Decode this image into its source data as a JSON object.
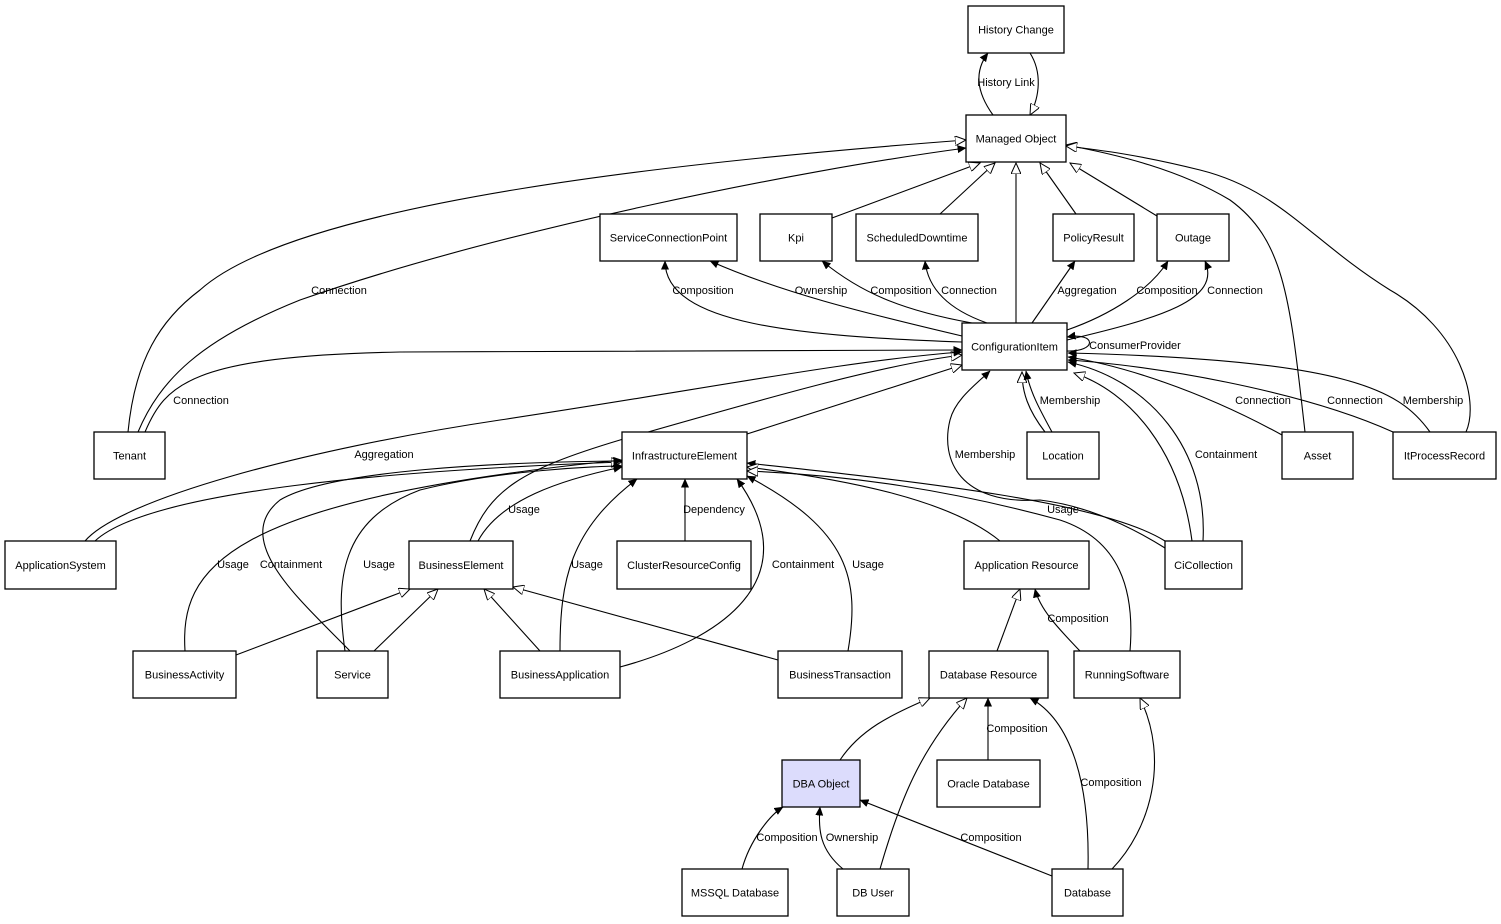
{
  "diagram": {
    "type": "class-diagram",
    "highlight_color": "#dcdcfc",
    "nodes": [
      {
        "id": "history-change",
        "label": "History Change"
      },
      {
        "id": "managed-object",
        "label": "Managed Object"
      },
      {
        "id": "service-connection-point",
        "label": "ServiceConnectionPoint"
      },
      {
        "id": "kpi",
        "label": "Kpi"
      },
      {
        "id": "scheduled-downtime",
        "label": "ScheduledDowntime"
      },
      {
        "id": "policy-result",
        "label": "PolicyResult"
      },
      {
        "id": "outage",
        "label": "Outage"
      },
      {
        "id": "configuration-item",
        "label": "ConfigurationItem"
      },
      {
        "id": "tenant",
        "label": "Tenant"
      },
      {
        "id": "infrastructure-element",
        "label": "InfrastructureElement"
      },
      {
        "id": "location",
        "label": "Location"
      },
      {
        "id": "asset",
        "label": "Asset"
      },
      {
        "id": "it-process-record",
        "label": "ItProcessRecord"
      },
      {
        "id": "application-system",
        "label": "ApplicationSystem"
      },
      {
        "id": "business-element",
        "label": "BusinessElement"
      },
      {
        "id": "cluster-resource-config",
        "label": "ClusterResourceConfig"
      },
      {
        "id": "application-resource",
        "label": "Application Resource"
      },
      {
        "id": "ci-collection",
        "label": "CiCollection"
      },
      {
        "id": "business-activity",
        "label": "BusinessActivity"
      },
      {
        "id": "service",
        "label": "Service"
      },
      {
        "id": "business-application",
        "label": "BusinessApplication"
      },
      {
        "id": "business-transaction",
        "label": "BusinessTransaction"
      },
      {
        "id": "database-resource",
        "label": "Database Resource"
      },
      {
        "id": "running-software",
        "label": "RunningSoftware"
      },
      {
        "id": "dba-object",
        "label": "DBA Object",
        "highlighted": true
      },
      {
        "id": "oracle-database",
        "label": "Oracle Database"
      },
      {
        "id": "mssql-database",
        "label": "MSSQL Database"
      },
      {
        "id": "db-user",
        "label": "DB User"
      },
      {
        "id": "database",
        "label": "Database"
      }
    ],
    "edges": [
      {
        "from": "managed-object",
        "to": "history-change",
        "label": "History Link",
        "kind": "association"
      },
      {
        "from": "history-change",
        "to": "managed-object",
        "label": "",
        "kind": "inheritance"
      },
      {
        "from": "tenant",
        "to": "managed-object",
        "label": "",
        "kind": "inheritance"
      },
      {
        "from": "tenant",
        "to": "managed-object",
        "label": "Connection",
        "kind": "association"
      },
      {
        "from": "tenant",
        "to": "configuration-item",
        "label": "Connection",
        "kind": "association"
      },
      {
        "from": "kpi",
        "to": "managed-object",
        "label": "",
        "kind": "inheritance"
      },
      {
        "from": "scheduled-downtime",
        "to": "managed-object",
        "label": "",
        "kind": "inheritance"
      },
      {
        "from": "configuration-item",
        "to": "managed-object",
        "label": "",
        "kind": "inheritance"
      },
      {
        "from": "policy-result",
        "to": "managed-object",
        "label": "",
        "kind": "inheritance"
      },
      {
        "from": "outage",
        "to": "managed-object",
        "label": "",
        "kind": "inheritance"
      },
      {
        "from": "asset",
        "to": "managed-object",
        "label": "",
        "kind": "inheritance"
      },
      {
        "from": "it-process-record",
        "to": "managed-object",
        "label": "",
        "kind": "inheritance"
      },
      {
        "from": "configuration-item",
        "to": "service-connection-point",
        "label": "Composition",
        "kind": "association"
      },
      {
        "from": "configuration-item",
        "to": "service-connection-point",
        "label": "Ownership",
        "kind": "association"
      },
      {
        "from": "configuration-item",
        "to": "kpi",
        "label": "Composition",
        "kind": "association"
      },
      {
        "from": "configuration-item",
        "to": "scheduled-downtime",
        "label": "Connection",
        "kind": "association"
      },
      {
        "from": "configuration-item",
        "to": "policy-result",
        "label": "Aggregation",
        "kind": "association"
      },
      {
        "from": "configuration-item",
        "to": "outage",
        "label": "Composition",
        "kind": "association"
      },
      {
        "from": "configuration-item",
        "to": "outage",
        "label": "Connection",
        "kind": "association"
      },
      {
        "from": "configuration-item",
        "to": "configuration-item",
        "label": "ConsumerProvider",
        "kind": "association"
      },
      {
        "from": "infrastructure-element",
        "to": "configuration-item",
        "label": "",
        "kind": "inheritance"
      },
      {
        "from": "business-element",
        "to": "configuration-item",
        "label": "",
        "kind": "inheritance"
      },
      {
        "from": "application-system",
        "to": "configuration-item",
        "label": "Aggregation",
        "kind": "association"
      },
      {
        "from": "location",
        "to": "configuration-item",
        "label": "",
        "kind": "inheritance"
      },
      {
        "from": "location",
        "to": "configuration-item",
        "label": "Membership",
        "kind": "association"
      },
      {
        "from": "ci-collection",
        "to": "configuration-item",
        "label": "",
        "kind": "inheritance"
      },
      {
        "from": "ci-collection",
        "to": "configuration-item",
        "label": "Containment",
        "kind": "association"
      },
      {
        "from": "ci-collection",
        "to": "configuration-item",
        "label": "Membership",
        "kind": "association"
      },
      {
        "from": "ci-collection",
        "to": "infrastructure-element",
        "label": "Usage",
        "kind": "association"
      },
      {
        "from": "asset",
        "to": "configuration-item",
        "label": "Connection",
        "kind": "association"
      },
      {
        "from": "it-process-record",
        "to": "configuration-item",
        "label": "Connection",
        "kind": "association"
      },
      {
        "from": "it-process-record",
        "to": "configuration-item",
        "label": "Membership",
        "kind": "association"
      },
      {
        "from": "application-system",
        "to": "infrastructure-element",
        "label": "",
        "kind": "inheritance"
      },
      {
        "from": "business-activity",
        "to": "infrastructure-element",
        "label": "Usage",
        "kind": "association"
      },
      {
        "from": "service",
        "to": "infrastructure-element",
        "label": "Containment",
        "kind": "association"
      },
      {
        "from": "service",
        "to": "infrastructure-element",
        "label": "Usage",
        "kind": "association"
      },
      {
        "from": "business-element",
        "to": "infrastructure-element",
        "label": "Usage",
        "kind": "association"
      },
      {
        "from": "cluster-resource-config",
        "to": "infrastructure-element",
        "label": "Dependency",
        "kind": "association"
      },
      {
        "from": "business-application",
        "to": "infrastructure-element",
        "label": "Usage",
        "kind": "association"
      },
      {
        "from": "business-application",
        "to": "infrastructure-element",
        "label": "Containment",
        "kind": "association"
      },
      {
        "from": "business-transaction",
        "to": "infrastructure-element",
        "label": "Usage",
        "kind": "association"
      },
      {
        "from": "application-resource",
        "to": "infrastructure-element",
        "label": "",
        "kind": "inheritance"
      },
      {
        "from": "running-software",
        "to": "infrastructure-element",
        "label": "",
        "kind": "inheritance"
      },
      {
        "from": "business-activity",
        "to": "business-element",
        "label": "",
        "kind": "inheritance"
      },
      {
        "from": "service",
        "to": "business-element",
        "label": "",
        "kind": "inheritance"
      },
      {
        "from": "business-application",
        "to": "business-element",
        "label": "",
        "kind": "inheritance"
      },
      {
        "from": "business-transaction",
        "to": "business-element",
        "label": "",
        "kind": "inheritance"
      },
      {
        "from": "database-resource",
        "to": "application-resource",
        "label": "",
        "kind": "inheritance"
      },
      {
        "from": "running-software",
        "to": "application-resource",
        "label": "Composition",
        "kind": "association"
      },
      {
        "from": "dba-object",
        "to": "database-resource",
        "label": "",
        "kind": "inheritance"
      },
      {
        "from": "db-user",
        "to": "database-resource",
        "label": "",
        "kind": "inheritance"
      },
      {
        "from": "oracle-database",
        "to": "database-resource",
        "label": "Composition",
        "kind": "association"
      },
      {
        "from": "database",
        "to": "database-resource",
        "label": "Composition",
        "kind": "association"
      },
      {
        "from": "database",
        "to": "running-software",
        "label": "",
        "kind": "inheritance"
      },
      {
        "from": "mssql-database",
        "to": "dba-object",
        "label": "Composition",
        "kind": "association"
      },
      {
        "from": "db-user",
        "to": "dba-object",
        "label": "Ownership",
        "kind": "association"
      },
      {
        "from": "database",
        "to": "dba-object",
        "label": "Composition",
        "kind": "association"
      }
    ]
  }
}
